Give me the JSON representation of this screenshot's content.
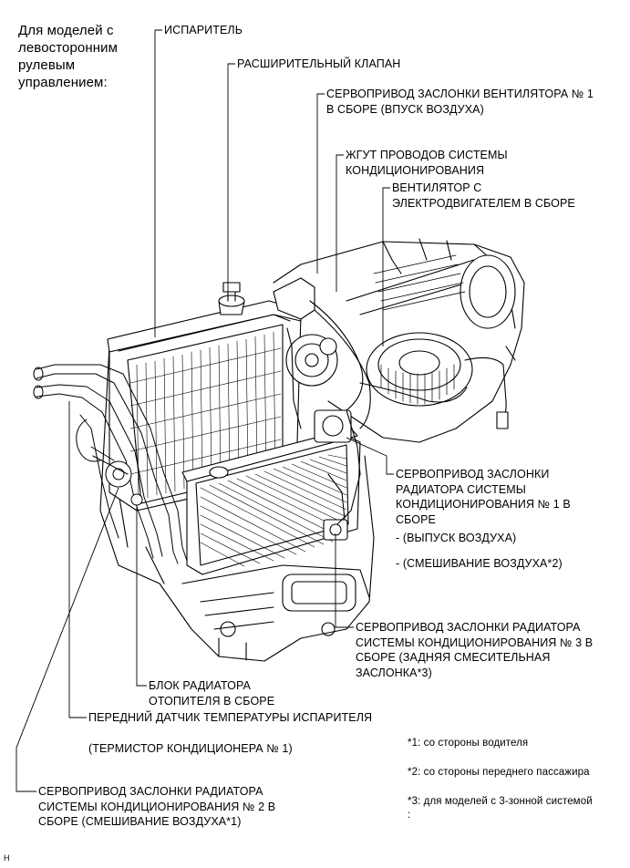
{
  "header": {
    "model_note": "Для моделей с\nлевосторонним\nрулевым\nуправлением:"
  },
  "labels": {
    "evaporator": "ИСПАРИТЕЛЬ",
    "expansion_valve": "РАСШИРИТЕЛЬНЫЙ КЛАПАН",
    "blower_damper_servo": "СЕРВОПРИВОД ЗАСЛОНКИ ВЕНТИЛЯТОРА № 1\nВ СБОРЕ (ВПУСК ВОЗДУХА)",
    "wire_harness": "ЖГУТ ПРОВОДОВ СИСТЕМЫ\nКОНДИЦИОНИРОВАНИЯ",
    "blower_motor": "ВЕНТИЛЯТОР С\nЭЛЕКТРОДВИГАТЕЛЕМ В СБОРЕ",
    "servo_no1": "СЕРВОПРИВОД ЗАСЛОНКИ\nРАДИАТОРА СИСТЕМЫ\nКОНДИЦИОНИРОВАНИЯ № 1 В\nСБОРЕ",
    "servo_no1_outlet": "- (ВЫПУСК ВОЗДУХА)",
    "servo_no1_mix": "- (СМЕШИВАНИЕ ВОЗДУХА*2)",
    "servo_no3": "СЕРВОПРИВОД ЗАСЛОНКИ РАДИАТОРА\nСИСТЕМЫ КОНДИЦИОНИРОВАНИЯ № 3 В\nСБОРЕ (ЗАДНЯЯ СМЕСИТЕЛЬНАЯ\nЗАСЛОНКА*3)",
    "heater_core": "БЛОК РАДИАТОРА\nОТОПИТЕЛЯ В СБОРЕ",
    "evap_temp_sensor": "ПЕРЕДНИЙ ДАТЧИК ТЕМПЕРАТУРЫ ИСПАРИТЕЛЯ",
    "thermistor": "(ТЕРМИСТОР КОНДИЦИОНЕРА № 1)",
    "servo_no2": "СЕРВОПРИВОД ЗАСЛОНКИ РАДИАТОРА\nСИСТЕМЫ КОНДИЦИОНИРОВАНИЯ № 2 В\nСБОРЕ (СМЕШИВАНИЕ ВОЗДУХА*1)"
  },
  "footnotes": {
    "note1": "*1: со стороны водителя",
    "note2": "*2: со стороны переднего пассажира",
    "note3": "*3: для моделей с 3-зонной системой\n:"
  },
  "corner_mark": "H"
}
